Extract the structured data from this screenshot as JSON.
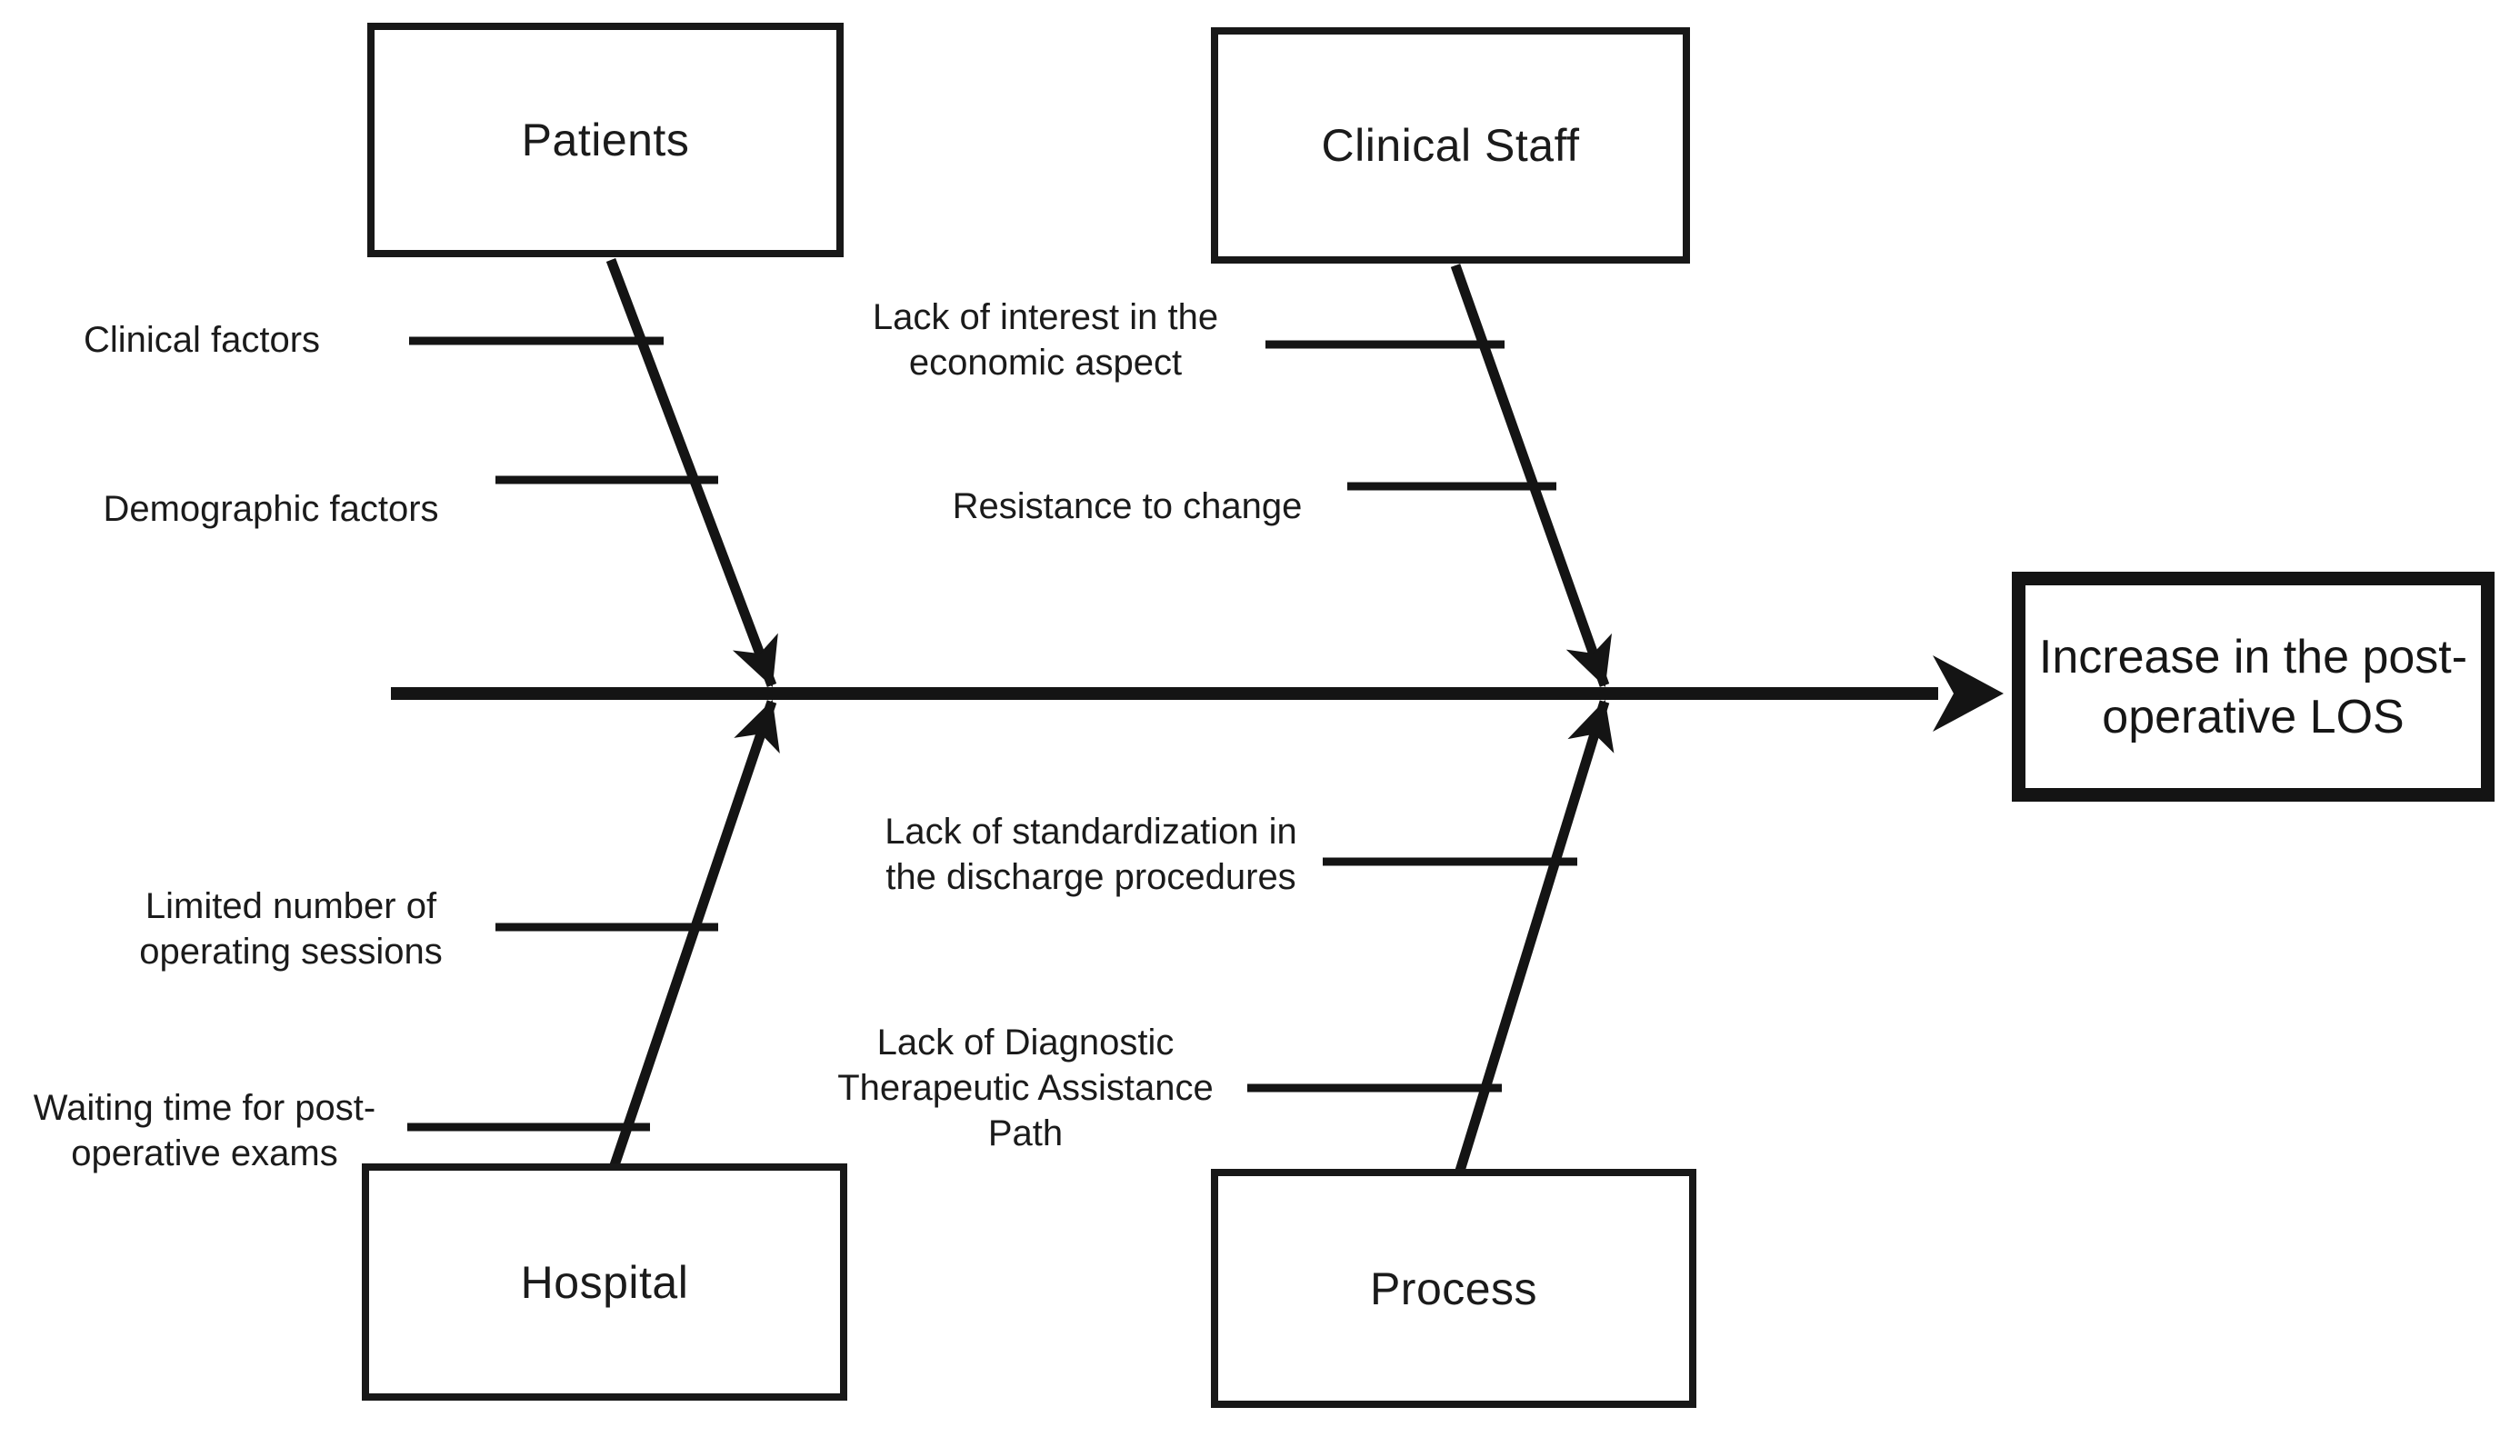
{
  "diagram": {
    "type": "fishbone-cause-effect",
    "line_color": "#141414",
    "background_color": "#ffffff",
    "effect": {
      "label": "Increase in the post-\noperative LOS"
    },
    "categories": [
      {
        "name": "Patients",
        "position": "top-left",
        "causes": [
          {
            "label": "Clinical factors"
          },
          {
            "label": "Demographic factors"
          }
        ]
      },
      {
        "name": "Clinical Staff",
        "position": "top-right",
        "causes": [
          {
            "label": "Lack of interest in the\neconomic aspect"
          },
          {
            "label": "Resistance to change"
          }
        ]
      },
      {
        "name": "Hospital",
        "position": "bottom-left",
        "causes": [
          {
            "label": "Limited number of\noperating sessions"
          },
          {
            "label": "Waiting time for post-\noperative exams"
          }
        ]
      },
      {
        "name": "Process",
        "position": "bottom-right",
        "causes": [
          {
            "label": "Lack of standardization in\nthe discharge procedures"
          },
          {
            "label": "Lack of Diagnostic\nTherapeutic Assistance\nPath"
          }
        ]
      }
    ]
  }
}
